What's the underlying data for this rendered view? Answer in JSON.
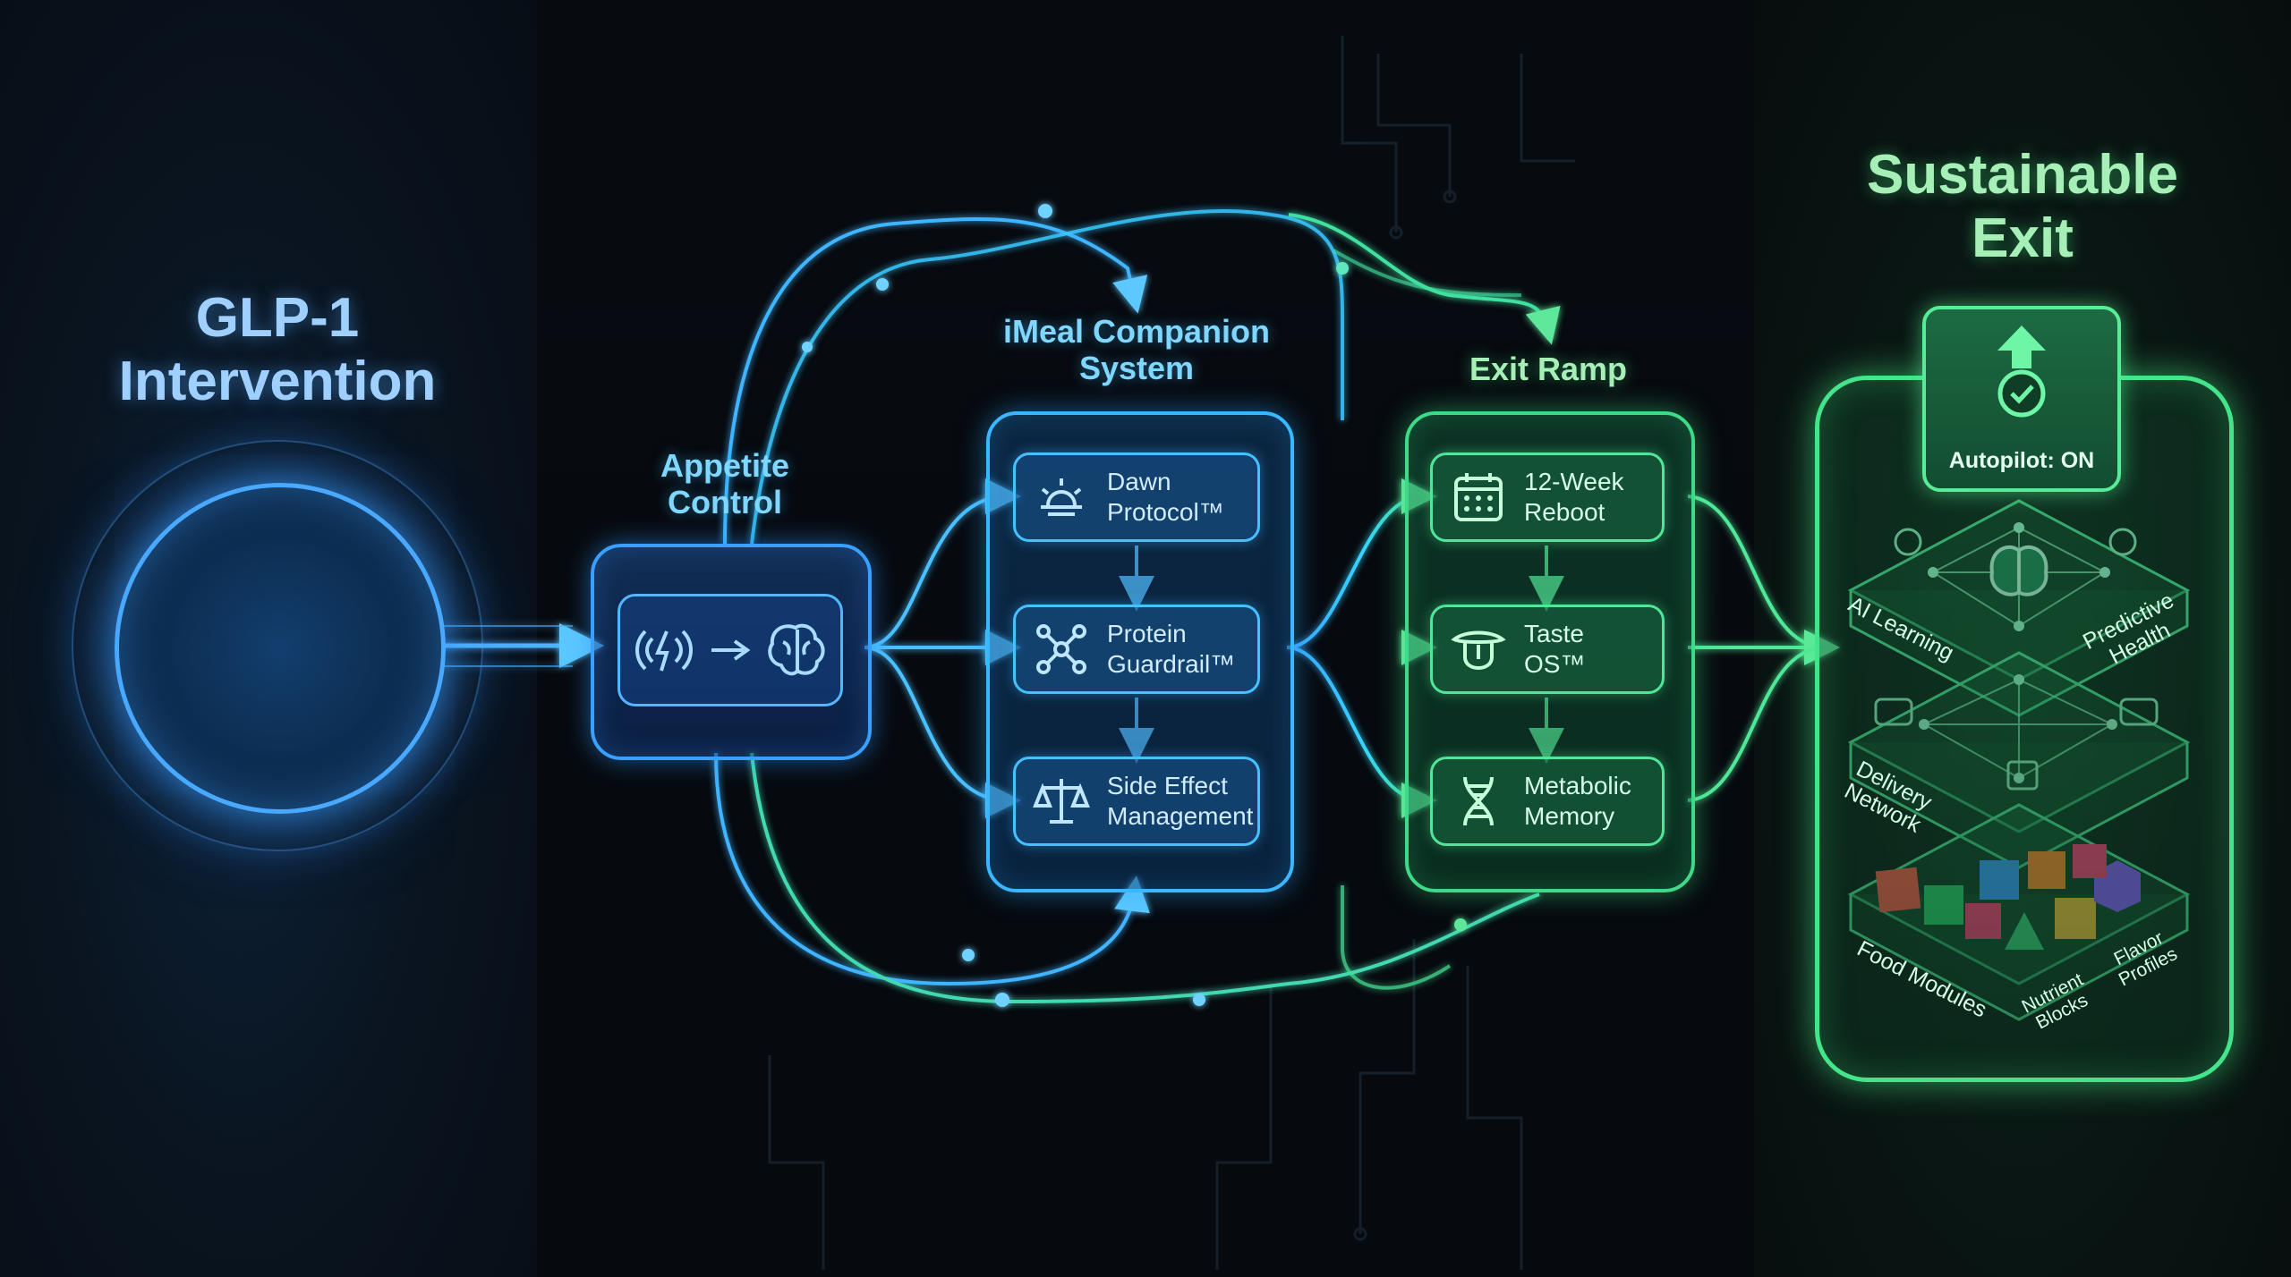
{
  "titles": {
    "glp1": "GLP-1\nIntervention",
    "appetite": "Appetite\nControl",
    "imeal": "iMeal Companion\nSystem",
    "exit_ramp": "Exit Ramp",
    "sustainable": "Sustainable\nExit"
  },
  "imeal_modules": [
    {
      "label": "Dawn\nProtocol™",
      "icon": "sunrise-icon"
    },
    {
      "label": "Protein\nGuardrail™",
      "icon": "molecule-icon"
    },
    {
      "label": "Side Effect\nManagement",
      "icon": "scales-icon"
    }
  ],
  "exit_modules": [
    {
      "label": "12-Week\nReboot",
      "icon": "calendar-icon"
    },
    {
      "label": "Taste\nOS™",
      "icon": "tongue-icon"
    },
    {
      "label": "Metabolic\nMemory",
      "icon": "dna-icon"
    }
  ],
  "appetite_icons": [
    "signal-icon",
    "arrow-right-icon",
    "brain-icon"
  ],
  "autopilot": {
    "label": "Autopilot: ON",
    "icons": [
      "arrow-up-icon",
      "check-circle-icon"
    ]
  },
  "stack_layers": {
    "top": {
      "left": "AI Learning",
      "right": "Predictive\nHealth"
    },
    "middle": {
      "left": "Delivery\nNetwork"
    },
    "bottom": {
      "left": "Food Modules",
      "middle": "Nutrient\nBlocks",
      "right": "Flavor\nProfiles"
    }
  },
  "colors": {
    "blue": "#3aa0ff",
    "cyan": "#39b8ff",
    "green": "#44e48a",
    "background": "#060a10"
  }
}
